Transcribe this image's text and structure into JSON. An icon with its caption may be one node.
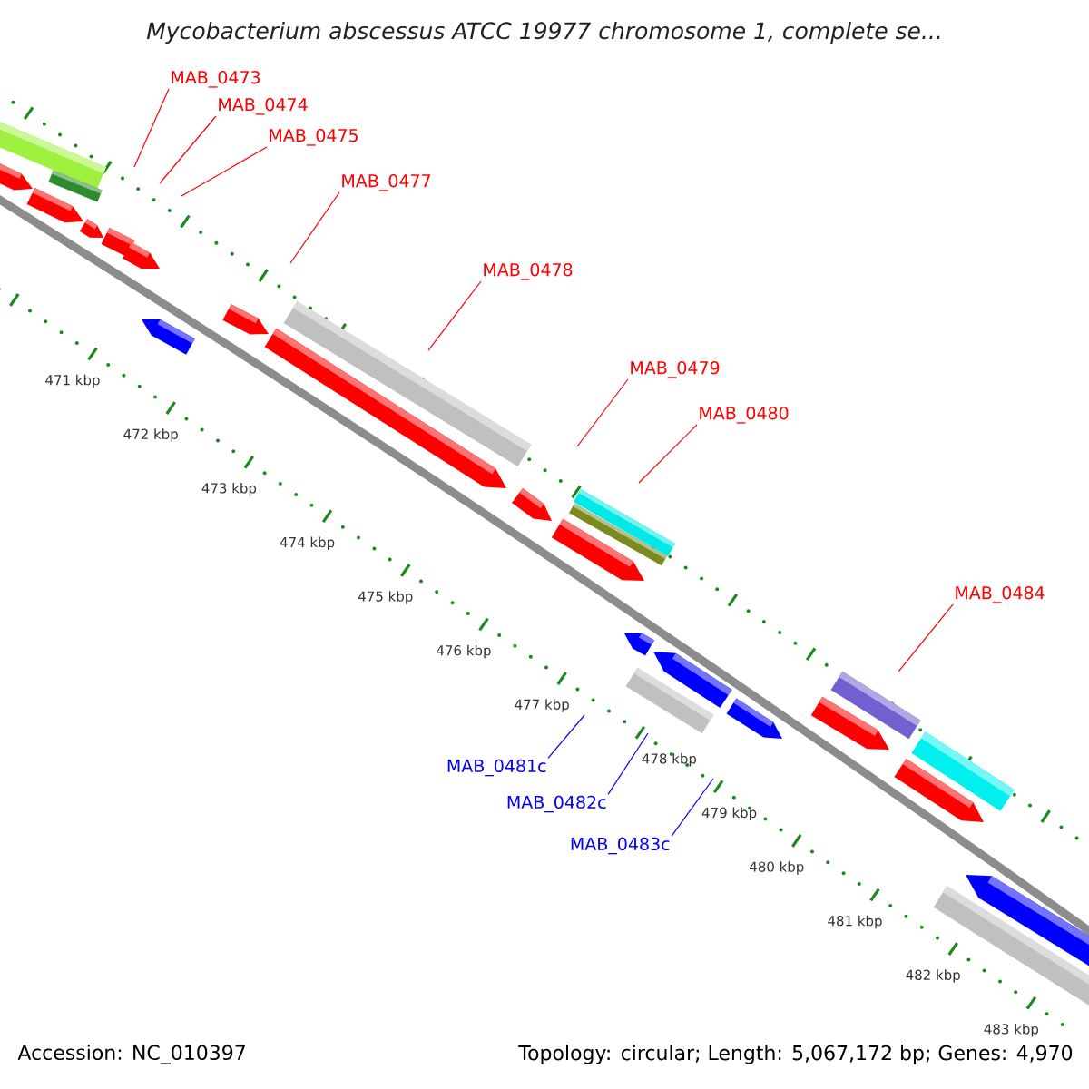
{
  "diagram": {
    "title": "Mycobacterium abscessus ATCC 19977 chromosome 1, complete se...",
    "nodes": [
      {
        "text": [
          "MAB_0473"
        ]
      },
      {
        "text": [
          "MAB_0474"
        ]
      },
      {
        "text": [
          "MAB_0475"
        ]
      },
      {
        "text": [
          "MAB_0477"
        ]
      },
      {
        "text": [
          "MAB_0478"
        ]
      },
      {
        "text": [
          "MAB_0479"
        ]
      },
      {
        "text": [
          "MAB_0480"
        ]
      },
      {
        "text": [
          "MAB_0484"
        ]
      },
      {
        "text": [
          "MAB_0481c"
        ]
      },
      {
        "text": [
          "MAB_0482c"
        ]
      },
      {
        "text": [
          "MAB_0483c"
        ]
      }
    ],
    "edges": [
      {
        "from": 0,
        "to": null,
        "arrow": "none"
      },
      {
        "from": 1,
        "to": null,
        "arrow": "none"
      },
      {
        "from": 2,
        "to": null,
        "arrow": "none"
      },
      {
        "from": 3,
        "to": null,
        "arrow": "none"
      },
      {
        "from": 4,
        "to": null,
        "arrow": "none"
      },
      {
        "from": 5,
        "to": null,
        "arrow": "none"
      },
      {
        "from": 6,
        "to": null,
        "arrow": "none"
      },
      {
        "from": 7,
        "to": null,
        "arrow": "none"
      },
      {
        "from": 8,
        "to": null,
        "arrow": "none",
        "color": "#0000ff"
      },
      {
        "from": 9,
        "to": null,
        "arrow": "none",
        "color": "#0000ff"
      },
      {
        "from": 10,
        "to": null,
        "arrow": "none",
        "color": "#0000ff"
      }
    ],
    "labels": [
      "471 kbp",
      "472 kbp",
      "473 kbp",
      "474 kbp",
      "475 kbp",
      "476 kbp",
      "477 kbp",
      "478 kbp",
      "479 kbp",
      "480 kbp",
      "481 kbp",
      "482 kbp",
      "483 kbp",
      "Accession: NC_010397",
      "Topology: circular; Length: 5,067,172 bp; Genes: 4,970"
    ]
  }
}
